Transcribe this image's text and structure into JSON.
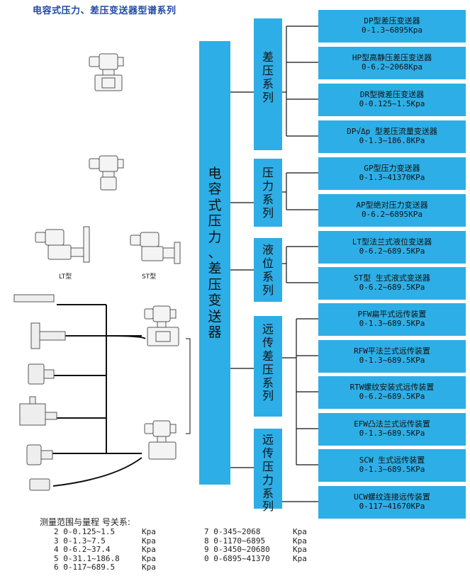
{
  "title": "电容式压力、差压变送器型谱系列",
  "main": {
    "label": "电容式压力、差压变送器"
  },
  "categories": [
    {
      "label": "差压系列"
    },
    {
      "label": "压力系列"
    },
    {
      "label": "液位系列"
    },
    {
      "label": "远传差压系列"
    },
    {
      "label": "远传压力系列"
    }
  ],
  "products": [
    {
      "name": "DP型差压变送器",
      "range": "0-1.3~6895Kpa"
    },
    {
      "name": "HP型高静压差压变送器",
      "range": "0-6.2~2068Kpa"
    },
    {
      "name": "DR型微差压变送器",
      "range": "0-0.125~1.5Kpa"
    },
    {
      "name": "DP√Δp 型差压流量变送器",
      "range": "0-1.3~186.8KPa"
    },
    {
      "name": "GP型压力变送器",
      "range": "0-1.3~41370KPa"
    },
    {
      "name": "AP型绝对压力变送器",
      "range": "0-6.2~6895KPa"
    },
    {
      "name": "LT型法兰式液位变送器",
      "range": "0-6.2~689.5KPa"
    },
    {
      "name": "ST型 生式液式变送器",
      "range": "0-6.2~689.5KPa"
    },
    {
      "name": "PFW扁平式远传装置",
      "range": "0-1.3~689.5KPa"
    },
    {
      "name": "RFW平法兰式远传装置",
      "range": "0-1.3~689.5KPa"
    },
    {
      "name": "RTW螺纹安装式远传装置",
      "range": "0-6.2~689.5KPa"
    },
    {
      "name": "EFW凸法兰式远传装置",
      "range": "0-1.3~689.5KPa"
    },
    {
      "name": "SCW 生式远传装置",
      "range": "0-1.3~689.5KPa"
    },
    {
      "name": "UCW螺纹连接远传装置",
      "range": "0-117~41670KPa"
    }
  ],
  "image_labels": {
    "lt": "LT型",
    "st": "ST型"
  },
  "legend": {
    "title": "测量范围与量程 号关系:",
    "unit": "Kpa",
    "left": [
      "2 0-0.125~1.5",
      "3 0-1.3~7.5",
      "4 0-6.2~37.4",
      "5 0-31.1~186.8",
      "6 0-117~689.5"
    ],
    "right": [
      "7 0-345~2068",
      "8 0-1170~6895",
      "9 0-3450~20680",
      "0 0-6895~41370"
    ]
  },
  "colors": {
    "box": "#2eaee6",
    "title": "#1f49a8",
    "line": "#111111"
  }
}
